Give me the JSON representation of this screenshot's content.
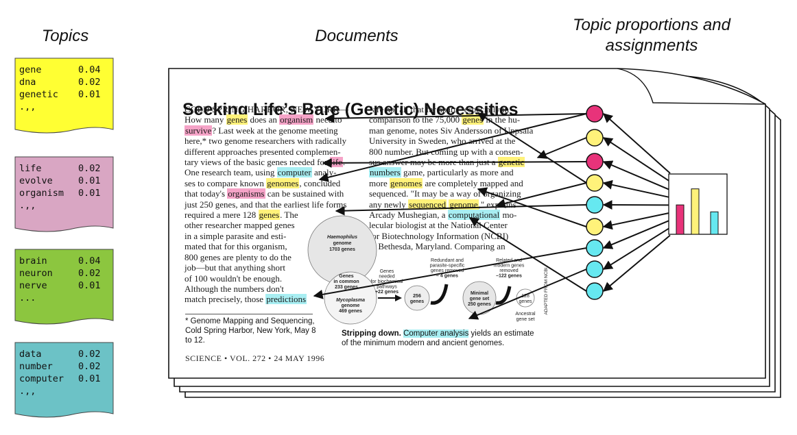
{
  "headings": {
    "topics": "Topics",
    "documents": "Documents",
    "proportions_line1": "Topic proportions and",
    "proportions_line2": "assignments"
  },
  "colors": {
    "yellow": "#ffff33",
    "pink": "#d9a6c3",
    "green": "#8cc63f",
    "teal": "#6cc2c6",
    "magenta": "#e8337a",
    "node_yellow": "#fff27a",
    "node_cyan": "#66e8f0",
    "hl_yellow": "#fff27a",
    "hl_pink": "#f5a3c7",
    "hl_cyan": "#a8eef2"
  },
  "topics": [
    {
      "color": "yellow",
      "rows": [
        [
          "gene",
          "0.04"
        ],
        [
          "dna",
          "0.02"
        ],
        [
          "genetic",
          "0.01"
        ],
        [
          ".,,",
          ""
        ]
      ]
    },
    {
      "color": "pink",
      "rows": [
        [
          "life",
          "0.02"
        ],
        [
          "evolve",
          "0.01"
        ],
        [
          "organism",
          "0.01"
        ],
        [
          ".,,",
          ""
        ]
      ]
    },
    {
      "color": "green",
      "rows": [
        [
          "brain",
          "0.04"
        ],
        [
          "neuron",
          "0.02"
        ],
        [
          "nerve",
          "0.01"
        ],
        [
          "...",
          ""
        ]
      ]
    },
    {
      "color": "teal",
      "rows": [
        [
          "data",
          "0.02"
        ],
        [
          "number",
          "0.02"
        ],
        [
          "computer",
          "0.01"
        ],
        [
          ".,,",
          ""
        ]
      ]
    }
  ],
  "document": {
    "title": "Seeking Life’s Bare (Genetic) Necessities",
    "left_col": [
      [
        {
          "t": "COLD SPRING HARBOR, NEW YORK—",
          "c": "sc"
        }
      ],
      [
        {
          "t": "How many "
        },
        {
          "t": "genes",
          "h": "y"
        },
        {
          "t": " does an "
        },
        {
          "t": "organism",
          "h": "p"
        },
        {
          "t": " need to"
        }
      ],
      [
        {
          "t": "survive",
          "h": "p"
        },
        {
          "t": "? Last week at the genome meeting"
        }
      ],
      [
        {
          "t": "here,* two genome researchers with radically"
        }
      ],
      [
        {
          "t": "different approaches presented complemen-"
        }
      ],
      [
        {
          "t": "tary views of the basic genes needed for "
        },
        {
          "t": "life",
          "h": "p"
        },
        {
          "t": "."
        }
      ],
      [
        {
          "t": "One research team, using "
        },
        {
          "t": "computer",
          "h": "c"
        },
        {
          "t": " analy-"
        }
      ],
      [
        {
          "t": "ses to compare known "
        },
        {
          "t": "genomes",
          "h": "y"
        },
        {
          "t": ", concluded"
        }
      ],
      [
        {
          "t": "that today's "
        },
        {
          "t": "organisms",
          "h": "p"
        },
        {
          "t": " can be sustained with"
        }
      ],
      [
        {
          "t": "just 250 genes, and that the earliest life forms"
        }
      ],
      [
        {
          "t": "required a mere 128 "
        },
        {
          "t": "genes",
          "h": "y"
        },
        {
          "t": ". The"
        }
      ],
      [
        {
          "t": "other researcher mapped genes"
        }
      ],
      [
        {
          "t": "in a simple parasite and esti-"
        }
      ],
      [
        {
          "t": "mated that for this organism,"
        }
      ],
      [
        {
          "t": "800 genes are plenty to do the"
        }
      ],
      [
        {
          "t": "job—but that anything short"
        }
      ],
      [
        {
          "t": "of 100 wouldn't be enough."
        }
      ],
      [
        {
          "t": "    Although the numbers don't"
        }
      ],
      [
        {
          "t": "match precisely, those "
        },
        {
          "t": "predictions",
          "h": "c"
        }
      ]
    ],
    "right_col": [
      [
        {
          "t": "\"are not all that far apart,\" especially in"
        }
      ],
      [
        {
          "t": "comparison to the 75,000 "
        },
        {
          "t": "genes",
          "h": "y"
        },
        {
          "t": " in the hu-"
        }
      ],
      [
        {
          "t": "man genome, notes Siv Andersson of Uppsala"
        }
      ],
      [
        {
          "t": "University in Sweden, who arrived at the"
        }
      ],
      [
        {
          "t": "800 number. But coming up with a consen-"
        }
      ],
      [
        {
          "t": "sus answer may be more than just a "
        },
        {
          "t": "genetic",
          "h": "y"
        }
      ],
      [
        {
          "t": "numbers",
          "h": "c"
        },
        {
          "t": " game, particularly as more and"
        }
      ],
      [
        {
          "t": "more "
        },
        {
          "t": "genomes",
          "h": "y"
        },
        {
          "t": " are completely mapped and"
        }
      ],
      [
        {
          "t": "sequenced. \"It may be a way of organizing"
        }
      ],
      [
        {
          "t": "any newly "
        },
        {
          "t": "sequenced",
          "h": "y"
        },
        {
          "t": " "
        },
        {
          "t": "genome",
          "h": "y"
        },
        {
          "t": ",\" explains"
        }
      ],
      [
        {
          "t": "    Arcady Mushegian, a "
        },
        {
          "t": "computational",
          "h": "c"
        },
        {
          "t": " mo-"
        }
      ],
      [
        {
          "t": "    lecular biologist at the National Center"
        }
      ],
      [
        {
          "t": "    for Biotechnology Information (NCBI)"
        }
      ],
      [
        {
          "t": "    in Bethesda, Maryland. Comparing an"
        }
      ]
    ],
    "footnote": "* Genome Mapping and Sequencing, Cold Spring Harbor, New York, May 8 to 12.",
    "footer": "SCIENCE • VOL. 272 • 24 MAY 1996",
    "caption_bold": "Stripping down.",
    "caption_hl": "Computer analysis",
    "caption_rest": " yields an estimate of the minimum modern and ancient genomes."
  },
  "figure": {
    "haemophilus": [
      "Haemophilus",
      "genome",
      "1703 genes"
    ],
    "common": [
      "Genes",
      "in common",
      "233 genes"
    ],
    "mycoplasma": [
      "Mycoplasma",
      "genome",
      "469 genes"
    ],
    "biochem": [
      "Genes",
      "needed",
      "for biochemical",
      "pathways",
      "+22 genes"
    ],
    "redundant": [
      "Redundant and",
      "parasite-specific",
      "genes removed",
      "– 4 genes"
    ],
    "related": [
      "Related and",
      "modern genes",
      "removed",
      "–122 genes"
    ],
    "g256": [
      "256",
      "genes"
    ],
    "minimal": [
      "Minimal",
      "gene set",
      "250 genes"
    ],
    "g128": [
      "128",
      "genes"
    ],
    "ancestral": [
      "Ancestral",
      "gene set"
    ],
    "credit": "ADAPTED FROM NCBI"
  },
  "nodes": [
    "magenta",
    "node_yellow",
    "magenta",
    "node_yellow",
    "node_cyan",
    "node_yellow",
    "node_cyan",
    "node_cyan",
    "node_cyan"
  ],
  "histogram": [
    {
      "color": "magenta",
      "value": 0.55
    },
    {
      "color": "node_yellow",
      "value": 0.85
    },
    {
      "color": "node_cyan",
      "value": 0.42
    }
  ]
}
